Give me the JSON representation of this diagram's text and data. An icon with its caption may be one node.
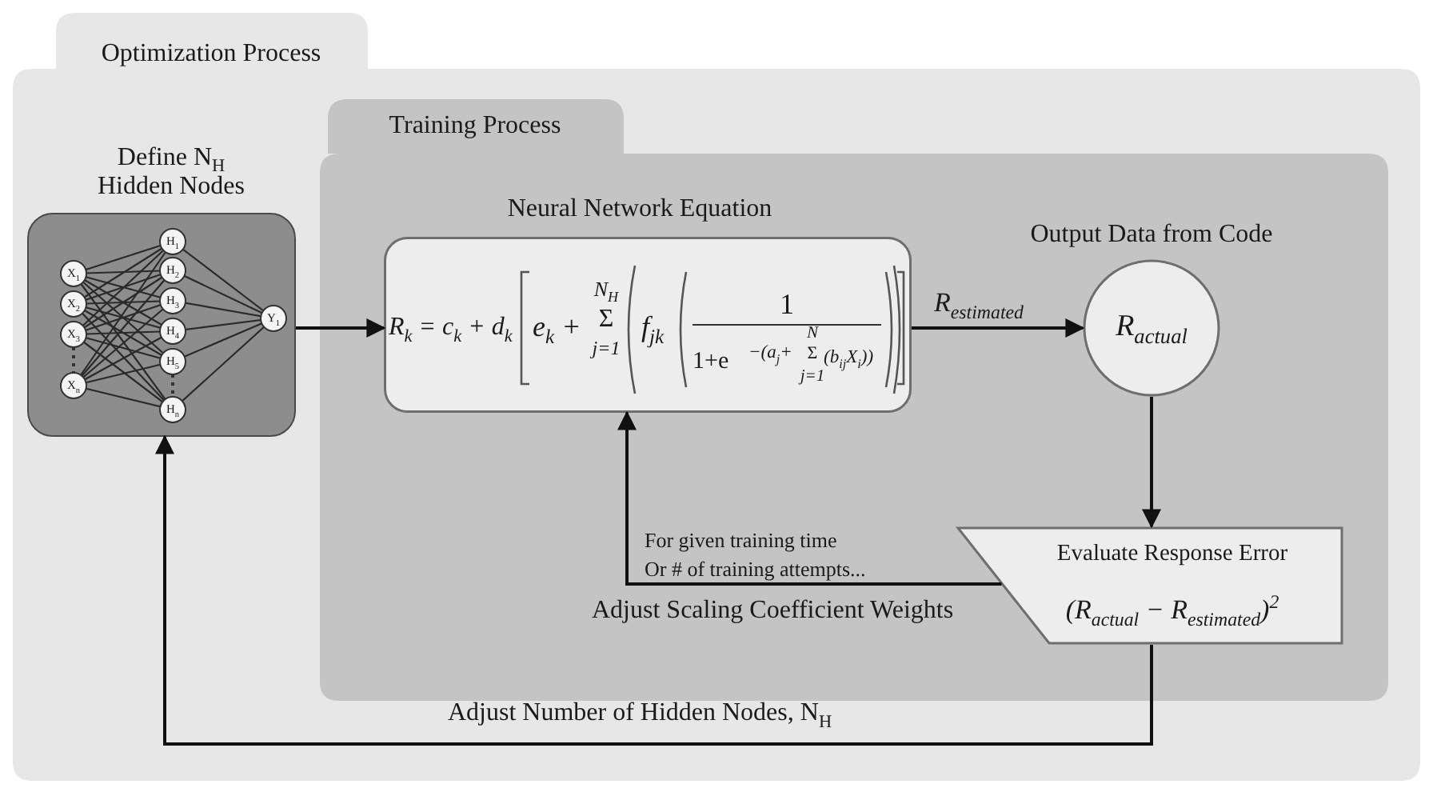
{
  "diagram": {
    "nodes": [
      {
        "text": [
          "Optimization Process"
        ]
      },
      {
        "text": [
          "Training Process"
        ],
        "in": 0
      },
      {
        "text": [
          "Define N$_{H}$ Hidden Nodes"
        ],
        "in": 0
      },
      {
        "text": [
          "Neural Network Equation",
          "R$_{k}$ = c$_{k}$ + d$_{k}$",
          "e$_{k}$ +",
          "N$_{H}$",
          "Σ",
          "j=1",
          "f$_{jk}$",
          "1",
          "1+e",
          "−(a$_{j}$+",
          "N",
          "Σ",
          "j=1",
          "(b$_{ij}$X$_{i}$))"
        ],
        "in": 1
      },
      {
        "text": [
          "Output Data from Code",
          "R$_{actual}$"
        ],
        "in": 1
      },
      {
        "text": [
          "Evaluate Response Error",
          "(R$_{actual}$ − R$_{estimated}$)$^{2}$"
        ],
        "in": 1
      }
    ],
    "edges": [
      {
        "from": 2,
        "to": 3,
        "arrow": "to"
      },
      {
        "from": 3,
        "to": 4,
        "arrow": "to",
        "label": "R$_{estimated}$"
      },
      {
        "from": 4,
        "to": 5,
        "arrow": "to"
      },
      {
        "from": 5,
        "to": 3,
        "arrow": "to",
        "label": "Adjust Scaling Coefficient Weights"
      },
      {
        "from": 5,
        "to": 2,
        "arrow": "to",
        "label": "Adjust Number of Hidden Nodes, N$_{H}$"
      }
    ],
    "labels": [
      "X$_{1}$",
      "X$_{2}$",
      "X$_{3}$",
      "X$_{n}$",
      "H$_{1}$",
      "H$_{2}$",
      "H$_{3}$",
      "H$_{4}$",
      "H$_{5}$",
      "H$_{n}$",
      "Y$_{1}$",
      "For given training time",
      "Or # of training attempts..."
    ]
  }
}
